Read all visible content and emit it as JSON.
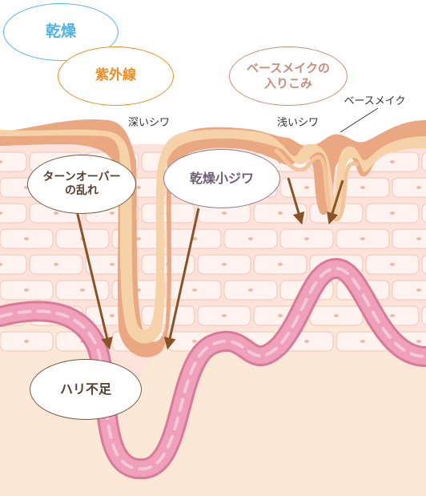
{
  "causes": {
    "dryness": "乾燥",
    "uv_rays": "紫外線",
    "makeup_seepage": "ベースメイクの\n入りこみ",
    "turnover_disruption": "ターンオーバー\nの乱れ",
    "dry_small_wrinkles": "乾燥小ジワ",
    "lack_of_firmness": "ハリ不足"
  },
  "annotations": {
    "deep_wrinkle": "深いシワ",
    "shallow_wrinkle": "浅いシワ",
    "base_makeup": "ベースメイク"
  },
  "colors": {
    "dryness": "#4fb3e6",
    "uv_rays": "#f08c1e",
    "makeup": "#c88f7e",
    "brown": "#7a5a3e",
    "purple_gray": "#8a7a8e",
    "collagen_pink": "#e58aa8",
    "arrow": "#8a5326"
  }
}
